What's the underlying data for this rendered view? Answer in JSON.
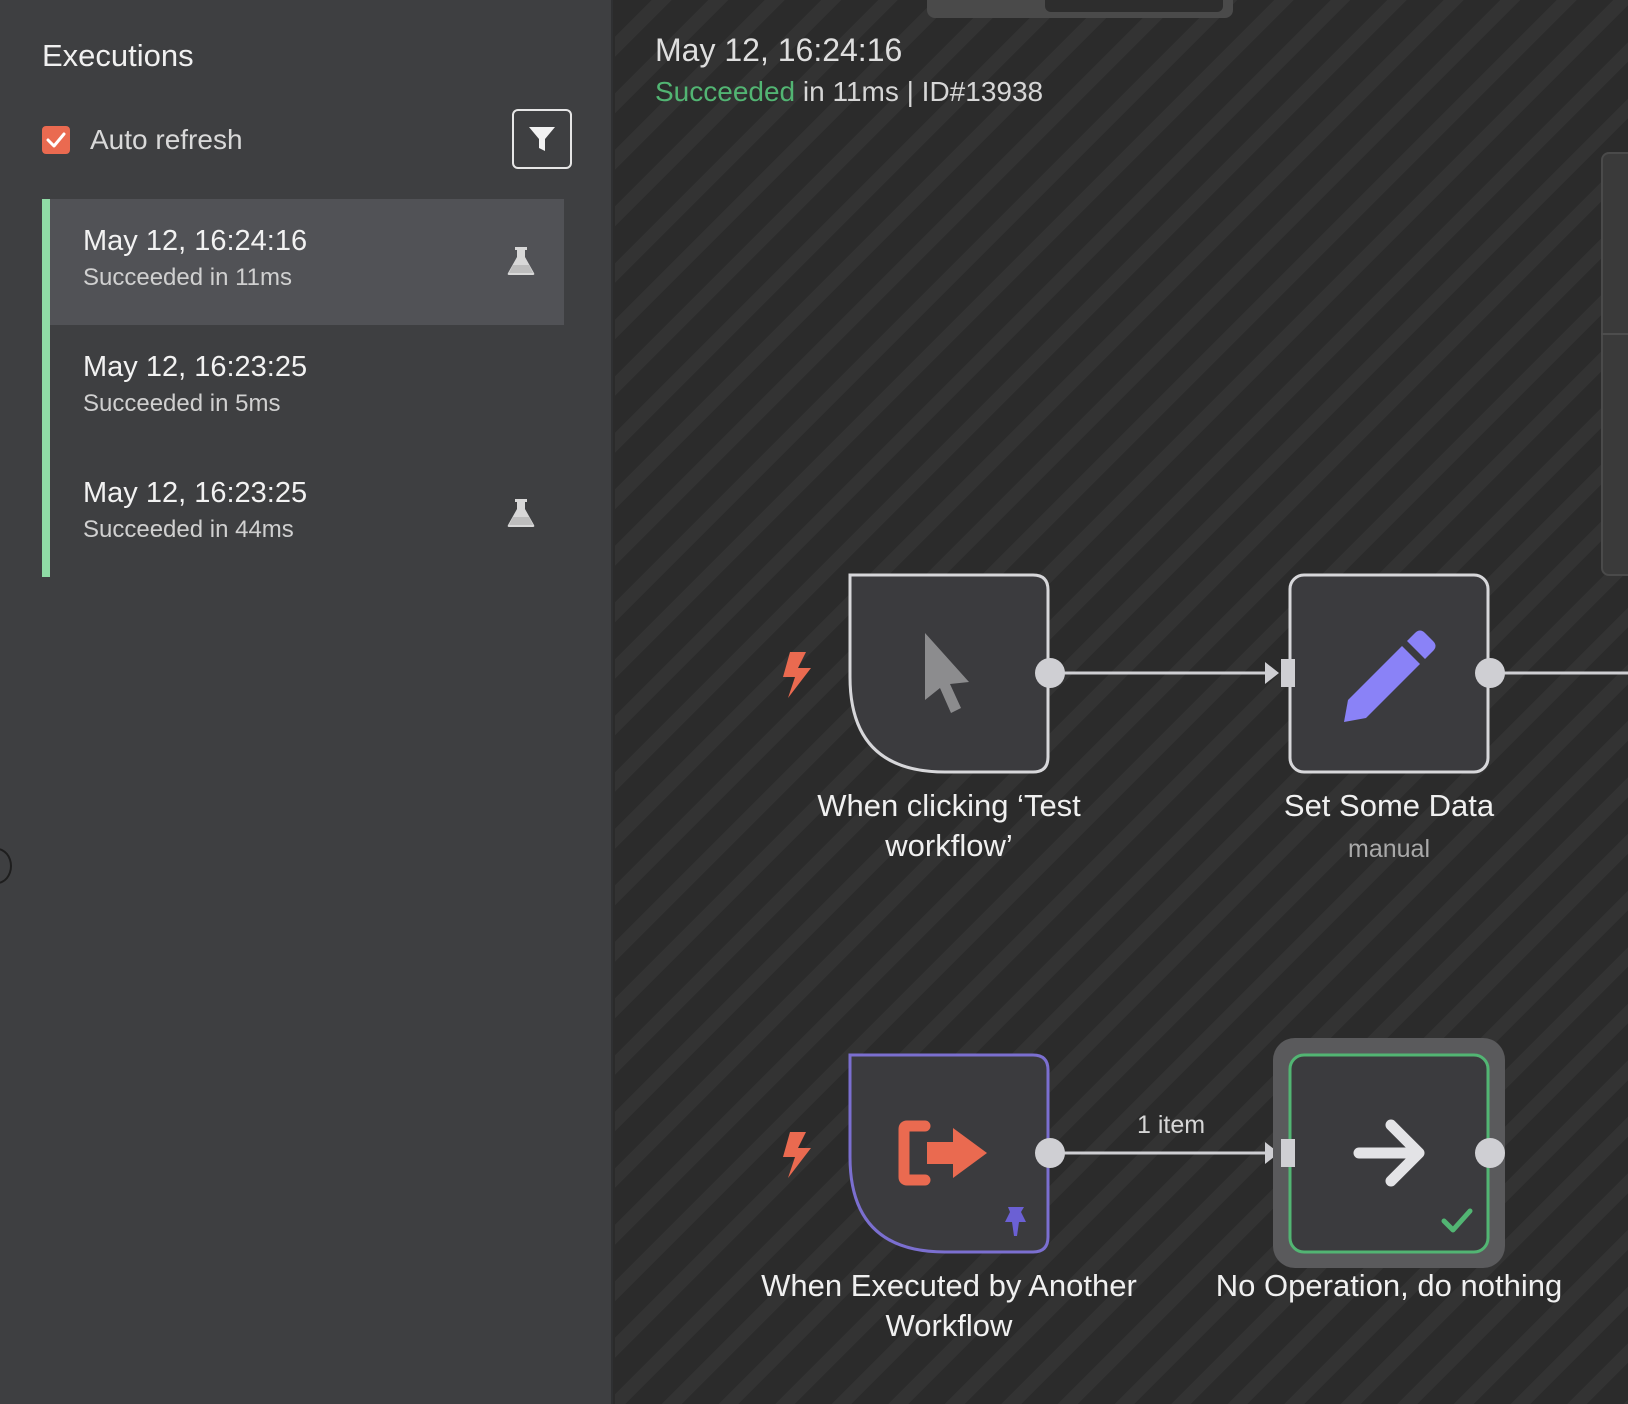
{
  "sidebar": {
    "title": "Executions",
    "auto_refresh_label": "Auto refresh",
    "auto_refresh_checked": true,
    "executions": [
      {
        "date": "May 12, 16:24:16",
        "status": "Succeeded in 11ms",
        "selected": true,
        "test_icon": true
      },
      {
        "date": "May 12, 16:23:25",
        "status": "Succeeded in 5ms",
        "selected": false,
        "test_icon": false
      },
      {
        "date": "May 12, 16:23:25",
        "status": "Succeeded in 44ms",
        "selected": false,
        "test_icon": true
      }
    ]
  },
  "header": {
    "date": "May 12, 16:24:16",
    "status_word": "Succeeded",
    "status_rest": " in 11ms | ID#13938"
  },
  "nodes": {
    "manual_trigger": {
      "label": "When clicking ‘Test workflow’",
      "icon": "cursor-icon"
    },
    "set_data": {
      "label": "Set Some Data",
      "subtitle": "manual",
      "icon": "pencil-icon"
    },
    "execute_trigger": {
      "label": "When Executed by Another Workflow",
      "icon": "sign-out-icon"
    },
    "noop": {
      "label": "No Operation, do nothing",
      "icon": "arrow-right-icon"
    }
  },
  "edges": {
    "execute_to_noop_label": "1 item"
  },
  "colors": {
    "success": "#52b573",
    "accent": "#ea6a50",
    "pencil": "#8a82f7",
    "pinned_border": "#7b6fd0",
    "exec_bar": "#8fdba5"
  }
}
